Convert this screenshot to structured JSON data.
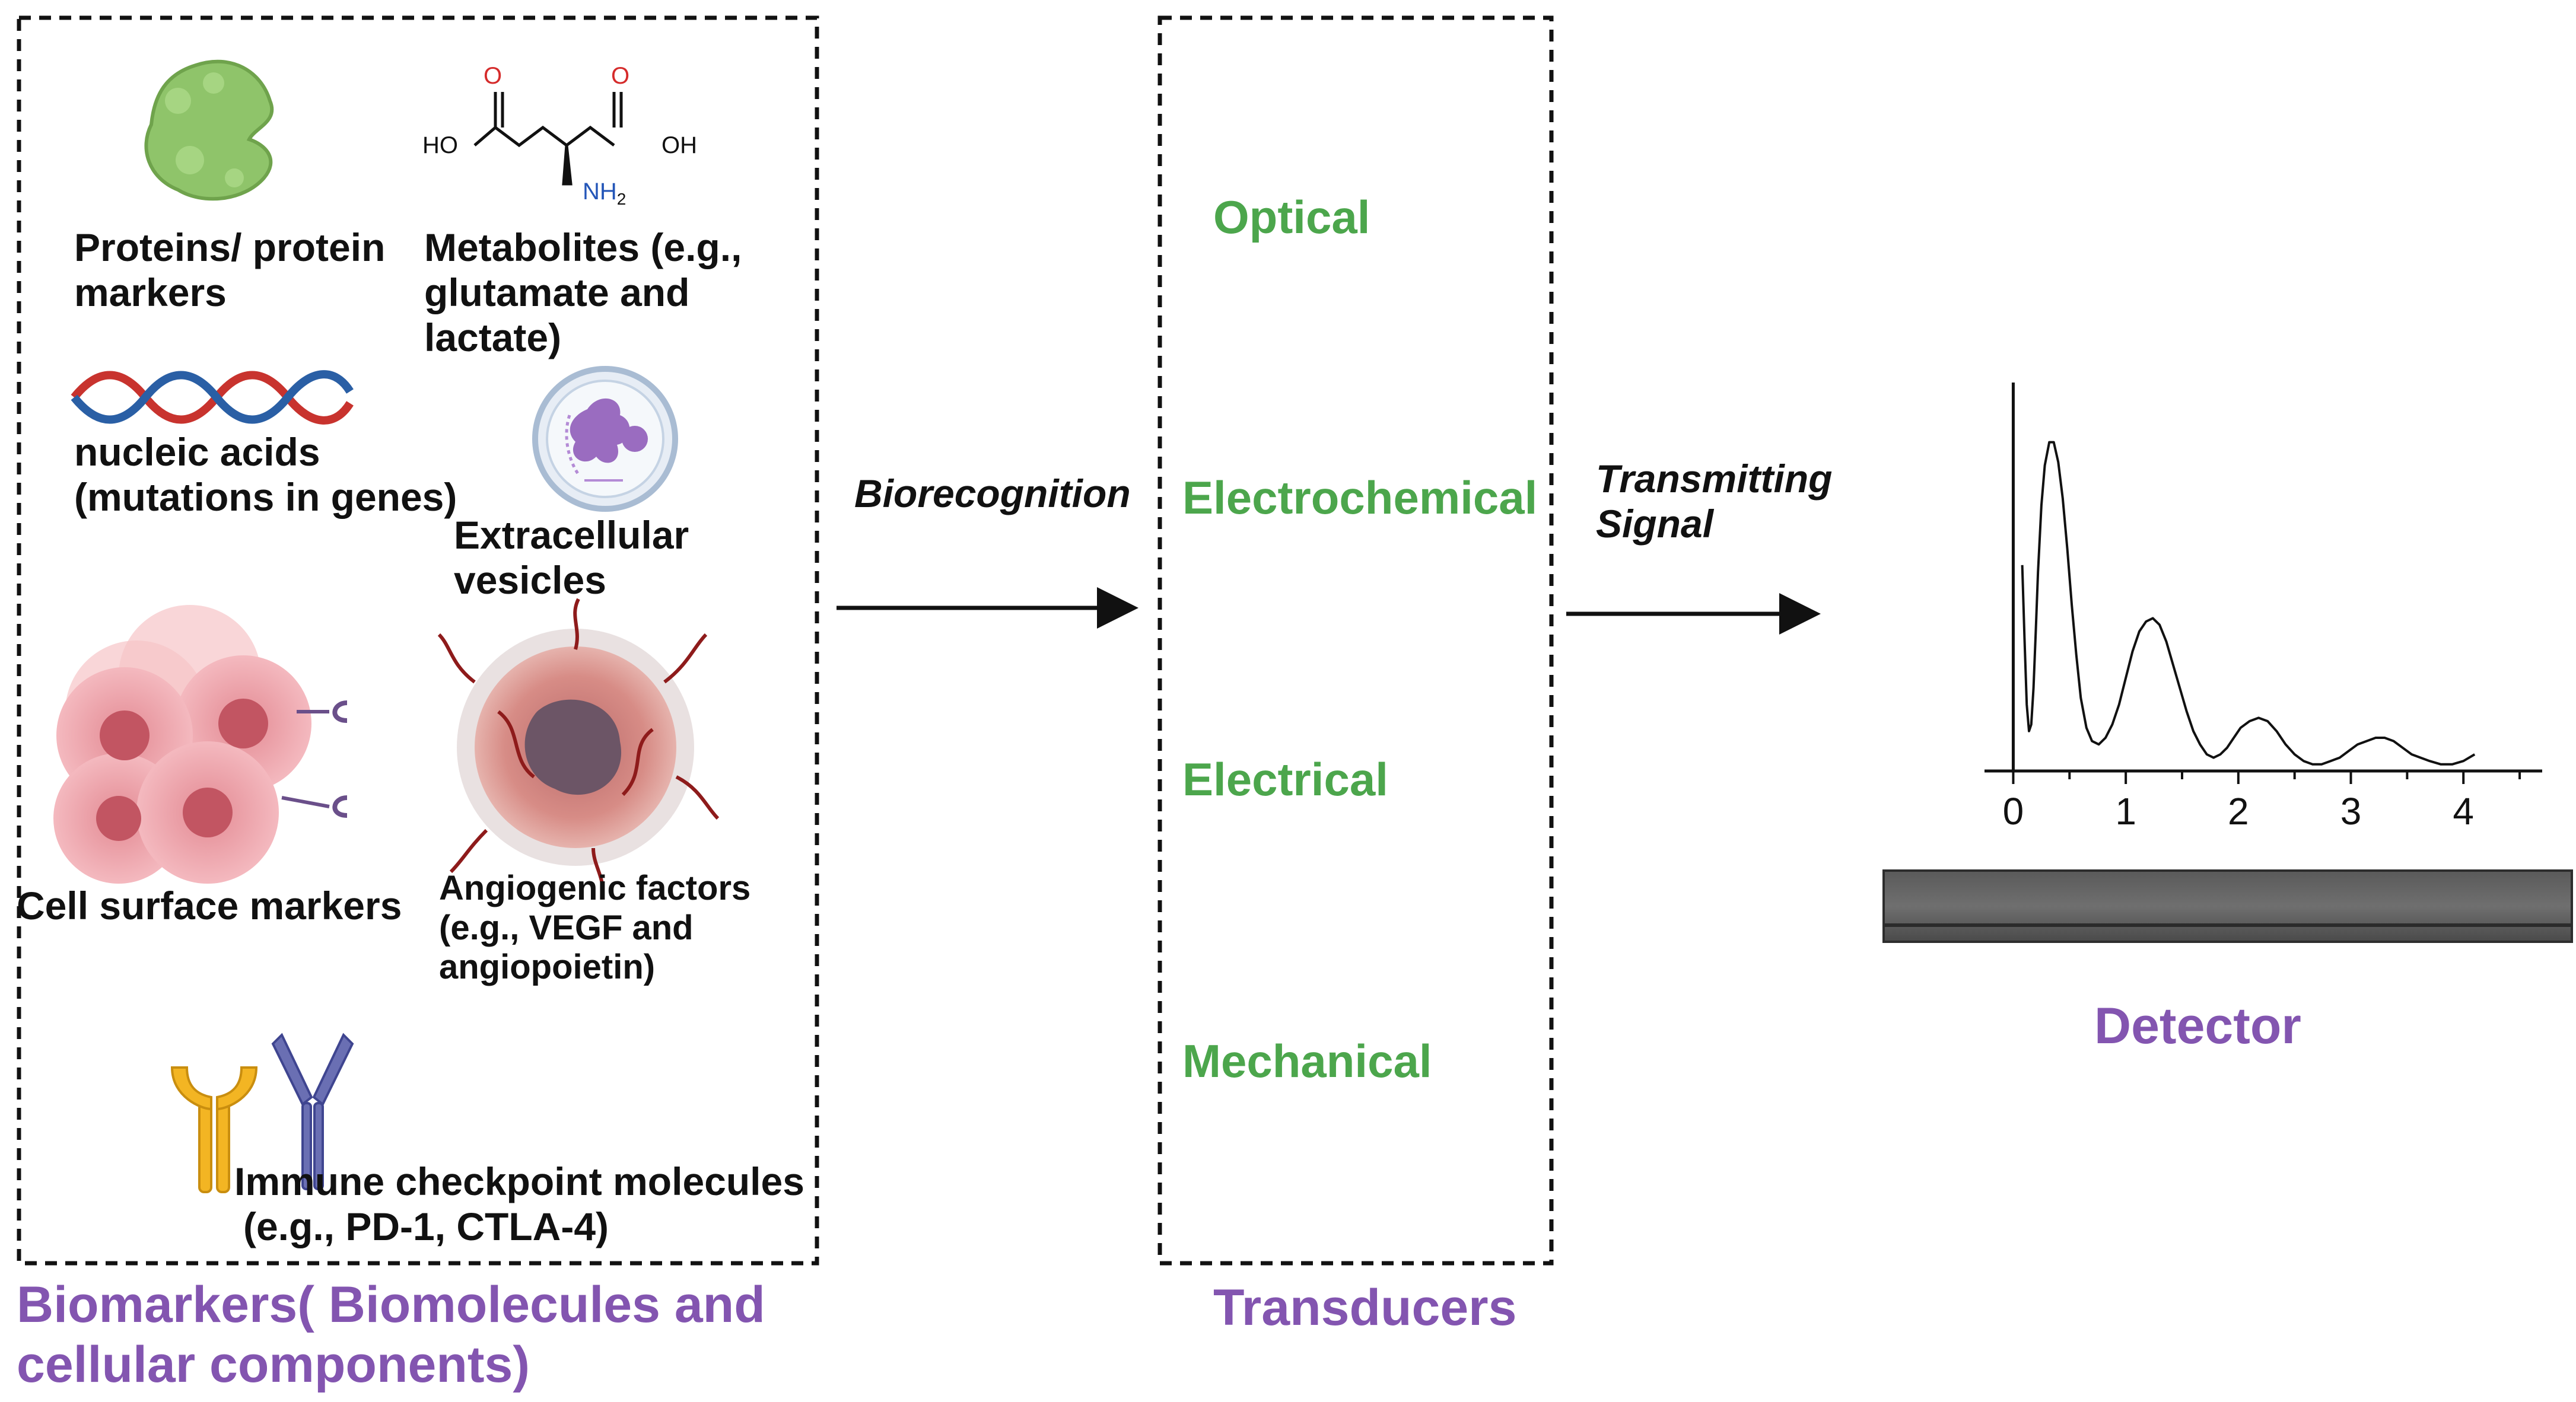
{
  "biomarkers": {
    "caption_line1": "Biomarkers( Biomolecules and",
    "caption_line2": "cellular components)",
    "items": [
      {
        "line1": "Proteins/ protein",
        "line2": "markers"
      },
      {
        "line1": "Metabolites (e.g.,",
        "line2": "glutamate and",
        "line3": "lactate)"
      },
      {
        "line1": "nucleic acids",
        "line2": "(mutations in genes)"
      },
      {
        "line1": "Extracellular",
        "line2": "vesicles"
      },
      {
        "line1": "Cell surface markers"
      },
      {
        "line1": "Angiogenic factors",
        "line2": "(e.g., VEGF and",
        "line3": "angiopoietin)"
      },
      {
        "line1": "Immune checkpoint molecules",
        "line2": "(e.g.,  PD-1, CTLA-4)"
      }
    ],
    "molecule": {
      "o1": "O",
      "o2": "O",
      "ho": "HO",
      "oh": "OH",
      "nh2": "NH",
      "nh2_sub": "2"
    }
  },
  "arrows": {
    "biorecognition": "Biorecognition",
    "transmitting_line1": "Transmitting",
    "transmitting_line2": "Signal"
  },
  "transducers": {
    "caption": "Transducers",
    "types": [
      "Optical",
      "Electrochemical",
      "Electrical",
      "Mechanical"
    ]
  },
  "detector": {
    "caption": "Detector"
  },
  "chart_data": {
    "type": "line",
    "title": "",
    "xlabel": "",
    "ylabel": "",
    "x_ticks": [
      "0",
      "1",
      "2",
      "3",
      "4"
    ],
    "xlim": [
      -0.15,
      4.7
    ],
    "ylim": [
      0,
      1
    ],
    "grid": false,
    "series": [
      {
        "x": [
          0.08,
          0.1,
          0.12,
          0.14,
          0.16,
          0.18,
          0.2,
          0.22,
          0.25,
          0.28,
          0.32,
          0.36,
          0.4,
          0.44,
          0.48,
          0.52,
          0.56,
          0.6,
          0.65,
          0.7,
          0.76,
          0.82,
          0.88,
          0.94,
          1.0,
          1.06,
          1.12,
          1.18,
          1.24,
          1.3,
          1.36,
          1.42,
          1.48,
          1.54,
          1.6,
          1.66,
          1.72,
          1.78,
          1.84,
          1.9,
          1.96,
          2.02,
          2.1,
          2.18,
          2.26,
          2.34,
          2.42,
          2.5,
          2.58,
          2.66,
          2.74,
          2.82,
          2.9,
          2.98,
          3.06,
          3.14,
          3.22,
          3.3,
          3.38,
          3.46,
          3.54,
          3.62,
          3.7,
          3.8,
          3.9,
          4.0,
          4.1
        ],
        "y": [
          0.62,
          0.4,
          0.2,
          0.12,
          0.14,
          0.25,
          0.42,
          0.6,
          0.8,
          0.92,
          0.99,
          0.99,
          0.93,
          0.82,
          0.67,
          0.5,
          0.35,
          0.22,
          0.13,
          0.09,
          0.08,
          0.1,
          0.14,
          0.2,
          0.28,
          0.36,
          0.42,
          0.45,
          0.46,
          0.44,
          0.39,
          0.32,
          0.25,
          0.18,
          0.12,
          0.08,
          0.05,
          0.04,
          0.05,
          0.07,
          0.1,
          0.13,
          0.15,
          0.16,
          0.15,
          0.12,
          0.08,
          0.05,
          0.03,
          0.02,
          0.02,
          0.03,
          0.04,
          0.06,
          0.08,
          0.09,
          0.1,
          0.1,
          0.09,
          0.07,
          0.05,
          0.04,
          0.03,
          0.02,
          0.02,
          0.03,
          0.05
        ]
      }
    ]
  }
}
